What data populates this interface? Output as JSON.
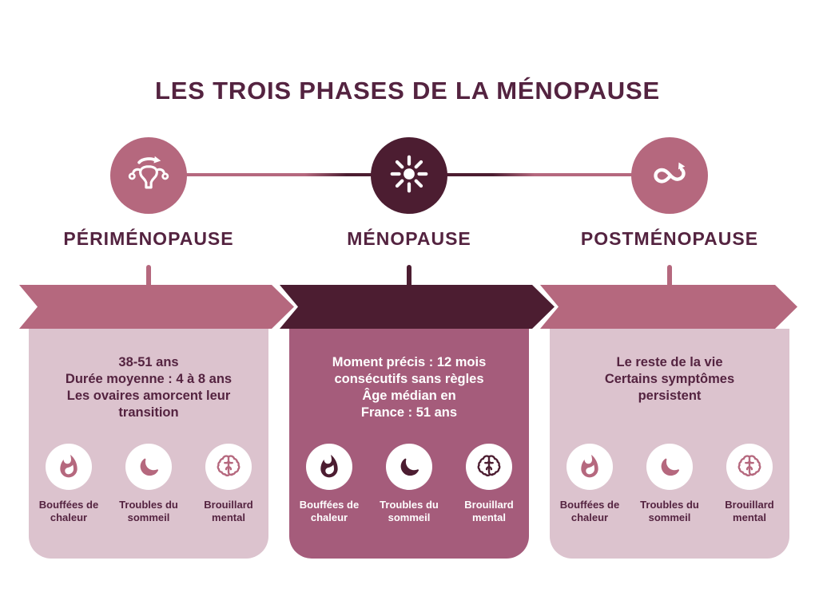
{
  "title": "LES TROIS PHASES DE LA MÉNOPAUSE",
  "colors": {
    "dark": "#4C1D31",
    "rose": "#B5687E",
    "light_pink": "#DCC3CE",
    "mauve": "#A55C7B",
    "text_dark": "#542340",
    "white": "#FFFFFF"
  },
  "phases": [
    {
      "name": "PÉRIMÉNOPAUSE",
      "icon": "uterus-cycle-icon",
      "lines": [
        "38-51 ans",
        "Durée moyenne : 4 à 8 ans",
        "Les ovaires amorcent leur",
        "transition"
      ]
    },
    {
      "name": "MÉNOPAUSE",
      "icon": "sunburst-icon",
      "lines": [
        "Moment précis : 12 mois",
        "consécutifs sans règles",
        "Âge médian en",
        "France : 51 ans"
      ]
    },
    {
      "name": "POSTMÉNOPAUSE",
      "icon": "infinity-arrow-icon",
      "lines": [
        "Le reste de la vie",
        "Certains symptômes",
        "persistent"
      ]
    }
  ],
  "symptoms": [
    {
      "icon": "flame-icon",
      "label": "Bouffées de chaleur"
    },
    {
      "icon": "moon-icon",
      "label": "Troubles du sommeil"
    },
    {
      "icon": "brain-icon",
      "label": "Brouillard mental"
    }
  ]
}
